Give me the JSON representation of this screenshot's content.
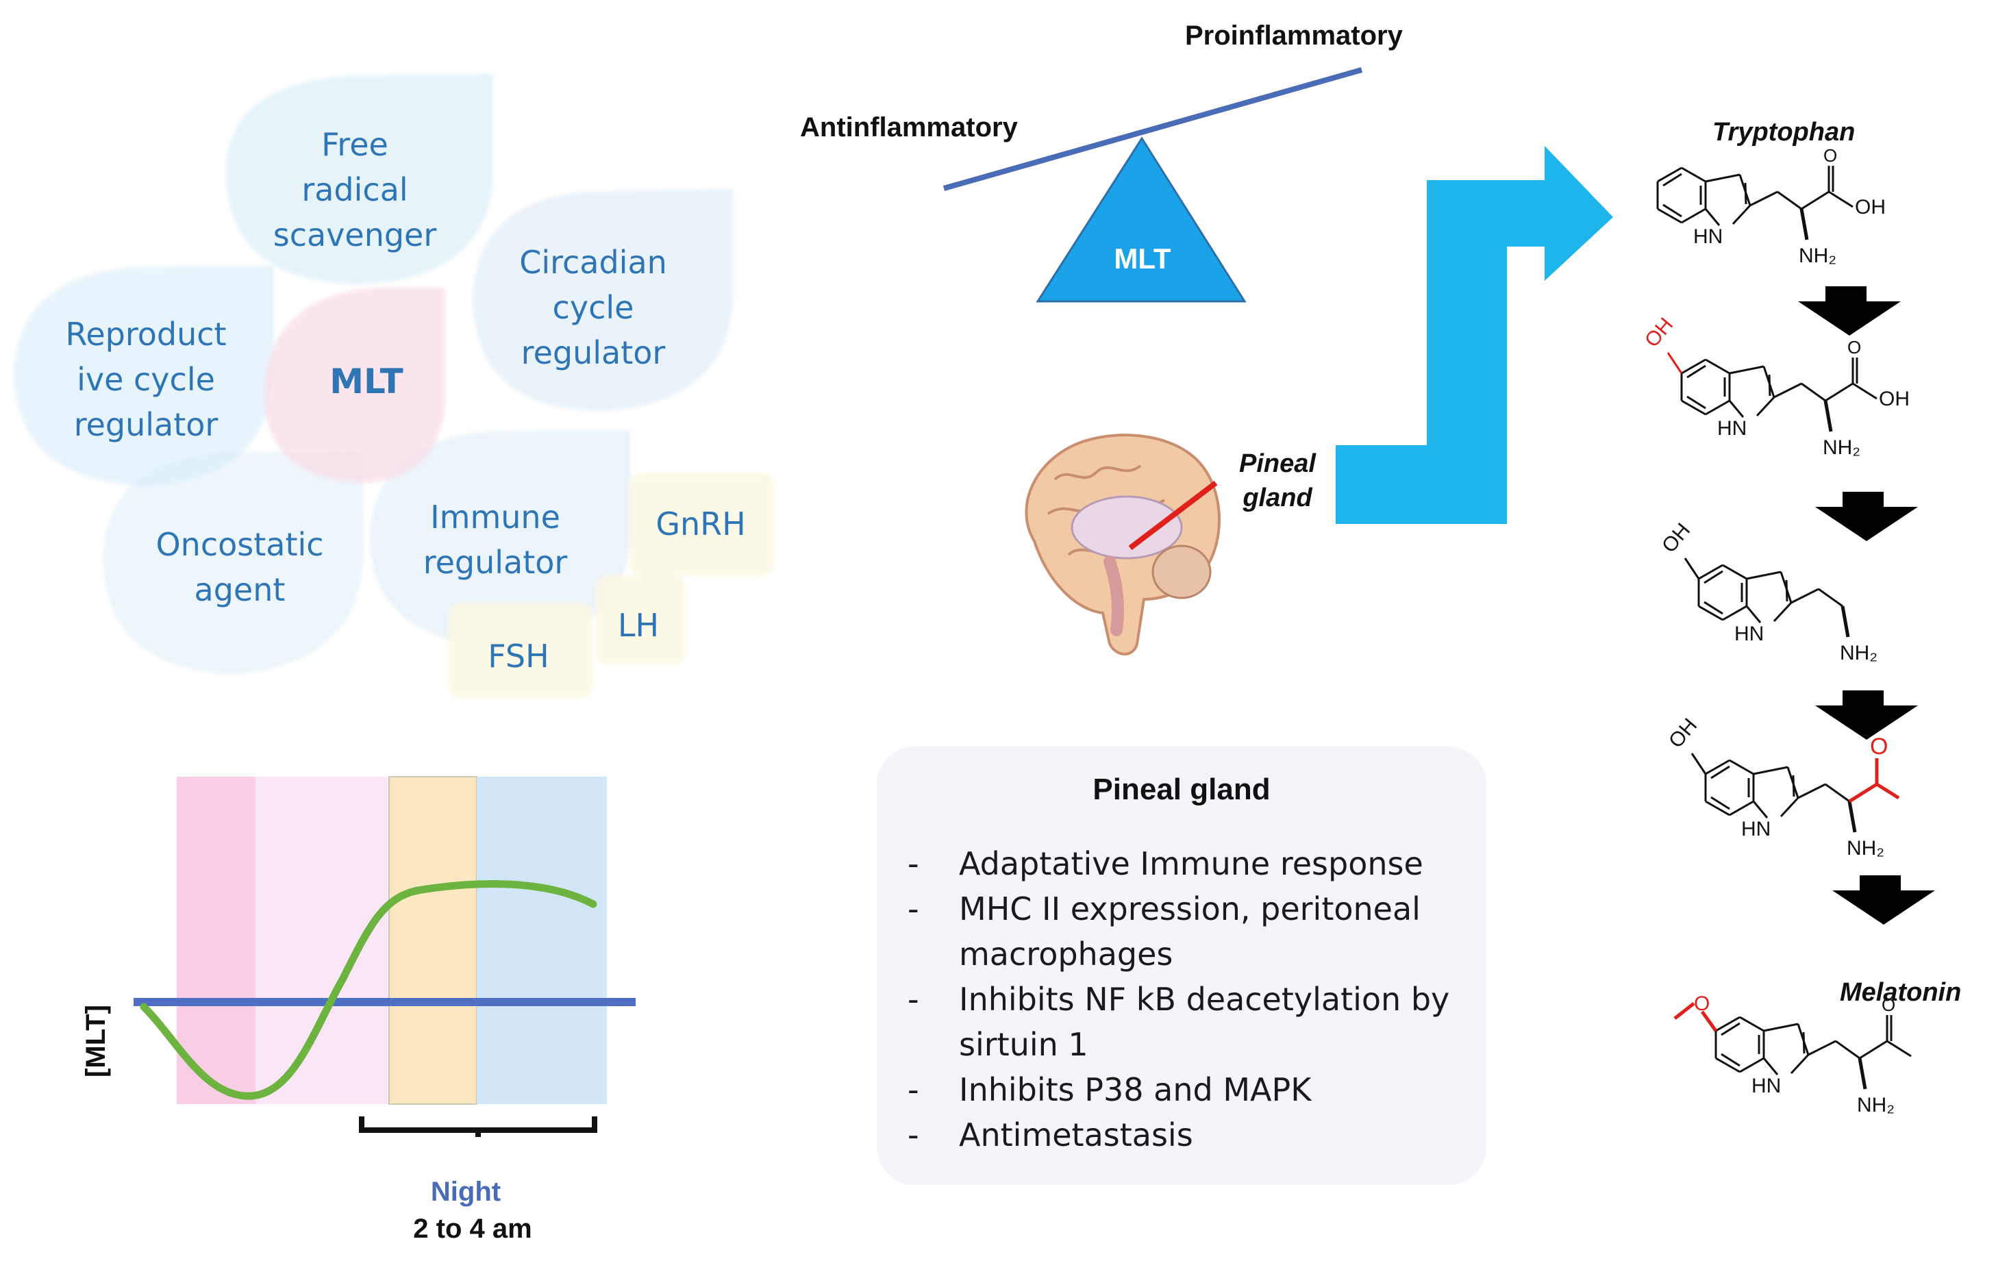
{
  "functions": {
    "center": "MLT",
    "free_radical": [
      "Free",
      "radical",
      "scavenger"
    ],
    "circadian": [
      "Circadian",
      "cycle",
      "regulator"
    ],
    "reproductive": [
      "Reproduct",
      "ive cycle",
      "regulator"
    ],
    "oncostatic": [
      "Oncostatic",
      "agent"
    ],
    "immune": [
      "Immune",
      "regulator"
    ],
    "hormones": [
      "GnRH",
      "FSH",
      "LH"
    ]
  },
  "balance": {
    "left": "Antinflammatory",
    "right": "Proinflammatory",
    "fulcrum": "MLT"
  },
  "brain": {
    "label": [
      "Pineal",
      "gland"
    ]
  },
  "panel": {
    "title": "Pineal gland",
    "items": [
      {
        "bullet": "-",
        "lines": [
          "Adaptative Immune response"
        ]
      },
      {
        "bullet": "-",
        "lines": [
          "MHC II expression, peritoneal",
          "macrophages"
        ]
      },
      {
        "bullet": "-",
        "lines": [
          "Inhibits NF kB deacetylation by",
          "sirtuin 1"
        ]
      },
      {
        "bullet": "-",
        "lines": [
          "Inhibits P38 and MAPK"
        ]
      },
      {
        "bullet": "-",
        "lines": [
          "Antimetastasis"
        ]
      }
    ]
  },
  "circadian_plot": {
    "ylabel": "[MLT]",
    "night": "Night",
    "peak_time": "2 to 4 am"
  },
  "pathway": {
    "tryptophan": "Tryptophan",
    "melatonin": "Melatonin",
    "labels": {
      "hn": "HN",
      "nh2": "NH₂",
      "oh": "OH",
      "o": "O"
    }
  },
  "colors": {
    "function_text": "#2e75b6",
    "arrow": "#1eb4ec",
    "fulcrum": "#1aa3e8",
    "beam": "#4a6bb5",
    "curve": "#6db33f",
    "baseline": "#4f6fc4",
    "highlight": "#e0201b"
  }
}
